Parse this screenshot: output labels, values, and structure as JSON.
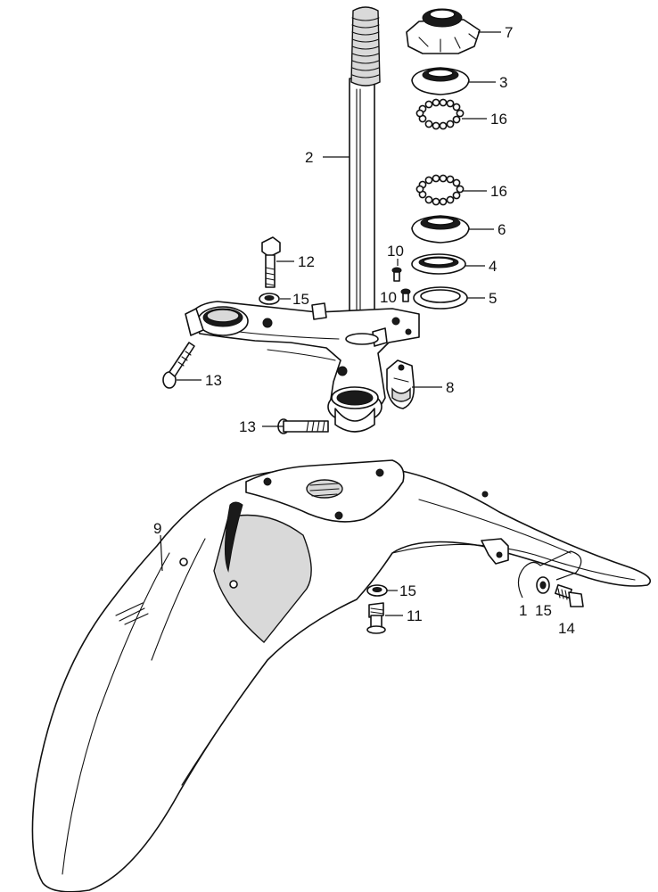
{
  "callouts": [
    {
      "id": "c7",
      "label": "7"
    },
    {
      "id": "c3",
      "label": "3"
    },
    {
      "id": "c16a",
      "label": "16"
    },
    {
      "id": "c2",
      "label": "2"
    },
    {
      "id": "c16b",
      "label": "16"
    },
    {
      "id": "c6",
      "label": "6"
    },
    {
      "id": "c12",
      "label": "12"
    },
    {
      "id": "c10a",
      "label": "10"
    },
    {
      "id": "c4",
      "label": "4"
    },
    {
      "id": "c15a",
      "label": "15"
    },
    {
      "id": "c10b",
      "label": "10"
    },
    {
      "id": "c5",
      "label": "5"
    },
    {
      "id": "c13a",
      "label": "13"
    },
    {
      "id": "c8",
      "label": "8"
    },
    {
      "id": "c13b",
      "label": "13"
    },
    {
      "id": "c9",
      "label": "9"
    },
    {
      "id": "c15b",
      "label": "15"
    },
    {
      "id": "c11",
      "label": "11"
    },
    {
      "id": "c1",
      "label": "1"
    },
    {
      "id": "c15c",
      "label": "15"
    },
    {
      "id": "c14",
      "label": "14"
    }
  ]
}
